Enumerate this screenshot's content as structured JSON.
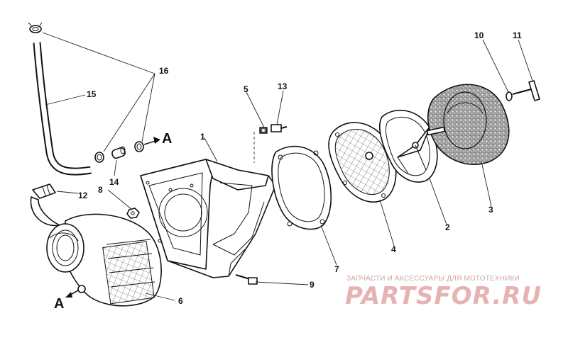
{
  "diagram": {
    "labels": {
      "l1": "1",
      "l2": "2",
      "l3": "3",
      "l4": "4",
      "l5": "5",
      "l6": "6",
      "l7": "7",
      "l8": "8",
      "l9": "9",
      "l10": "10",
      "l11": "11",
      "l12": "12",
      "l13": "13",
      "l14": "14",
      "l15": "15",
      "l16": "16"
    },
    "arrow_marker": "A",
    "outlet_marker": "A"
  },
  "watermark": {
    "tagline": "ЗАПЧАСТИ И АКСЕССУАРЫ ДЛЯ МОТОТЕХНИКИ",
    "logo": "PARTSFOR.RU",
    "color": "#e6b3b3"
  }
}
